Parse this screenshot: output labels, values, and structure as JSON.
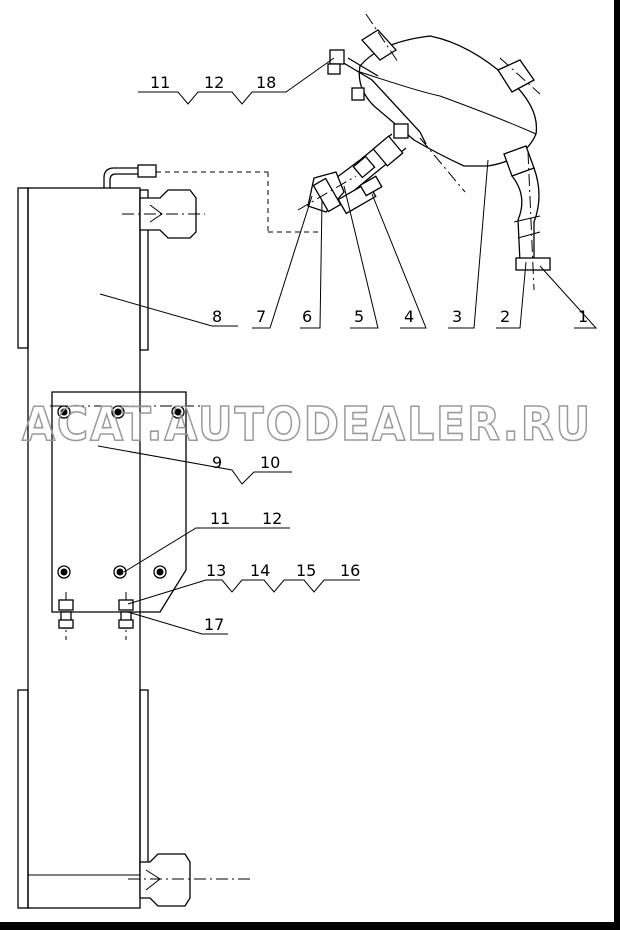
{
  "callouts": {
    "c1": "1",
    "c2": "2",
    "c3": "3",
    "c4": "4",
    "c5": "5",
    "c6": "6",
    "c7": "7",
    "c8": "8",
    "c9": "9",
    "c10": "10",
    "c11a": "11",
    "c12a": "12",
    "c18": "18",
    "c11b": "11",
    "c12b": "12",
    "c13": "13",
    "c14": "14",
    "c15": "15",
    "c16": "16",
    "c17": "17"
  },
  "watermark": "ACAT.AUTODEALER.RU",
  "colors": {
    "background": "#000000",
    "paper": "#ffffff",
    "ink": "#000000",
    "watermark": "#9a9a9a"
  }
}
